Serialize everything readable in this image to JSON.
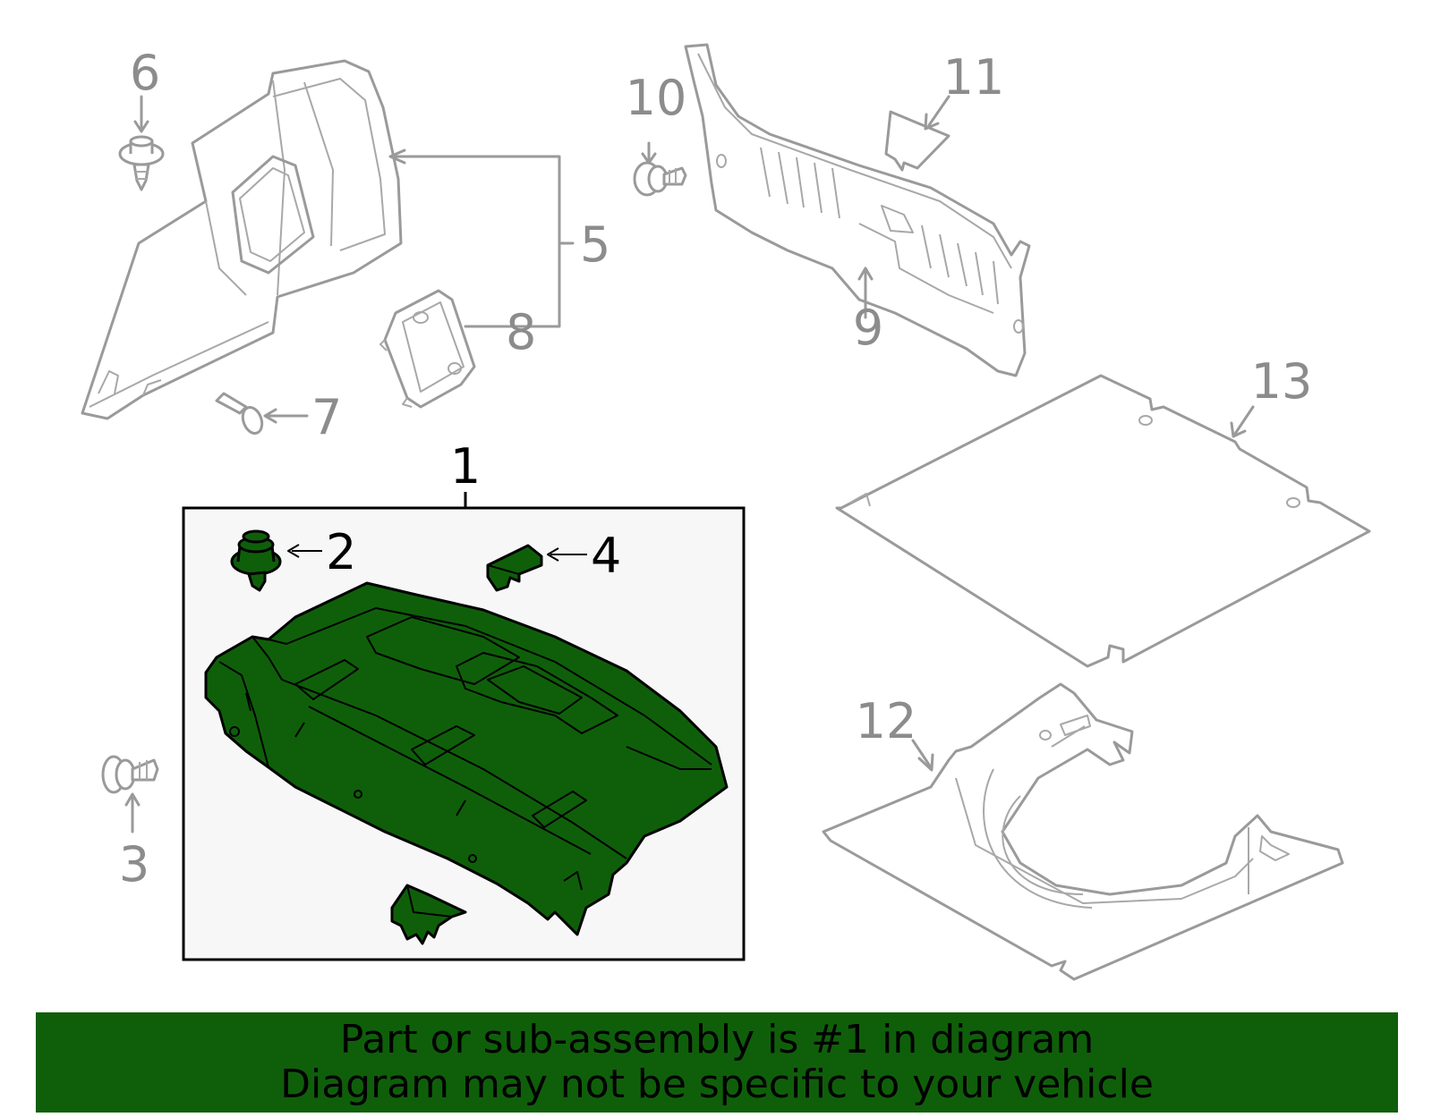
{
  "callouts": {
    "c1": "1",
    "c2": "2",
    "c3": "3",
    "c4": "4",
    "c5": "5",
    "c6": "6",
    "c7": "7",
    "c8": "8",
    "c9": "9",
    "c10": "10",
    "c11": "11",
    "c12": "12",
    "c13": "13"
  },
  "highlighted_part": "1",
  "colors": {
    "highlight": "#0f5f0a",
    "other_parts": "#9a9a9a",
    "callout_text_other": "#8c8c8c",
    "callout_text_highlight": "#000000",
    "subassembly_box_fill": "#f7f7f7"
  },
  "banner": {
    "line1": "Part or sub-assembly is #1 in diagram",
    "line2": "Diagram may not be specific to your vehicle"
  }
}
